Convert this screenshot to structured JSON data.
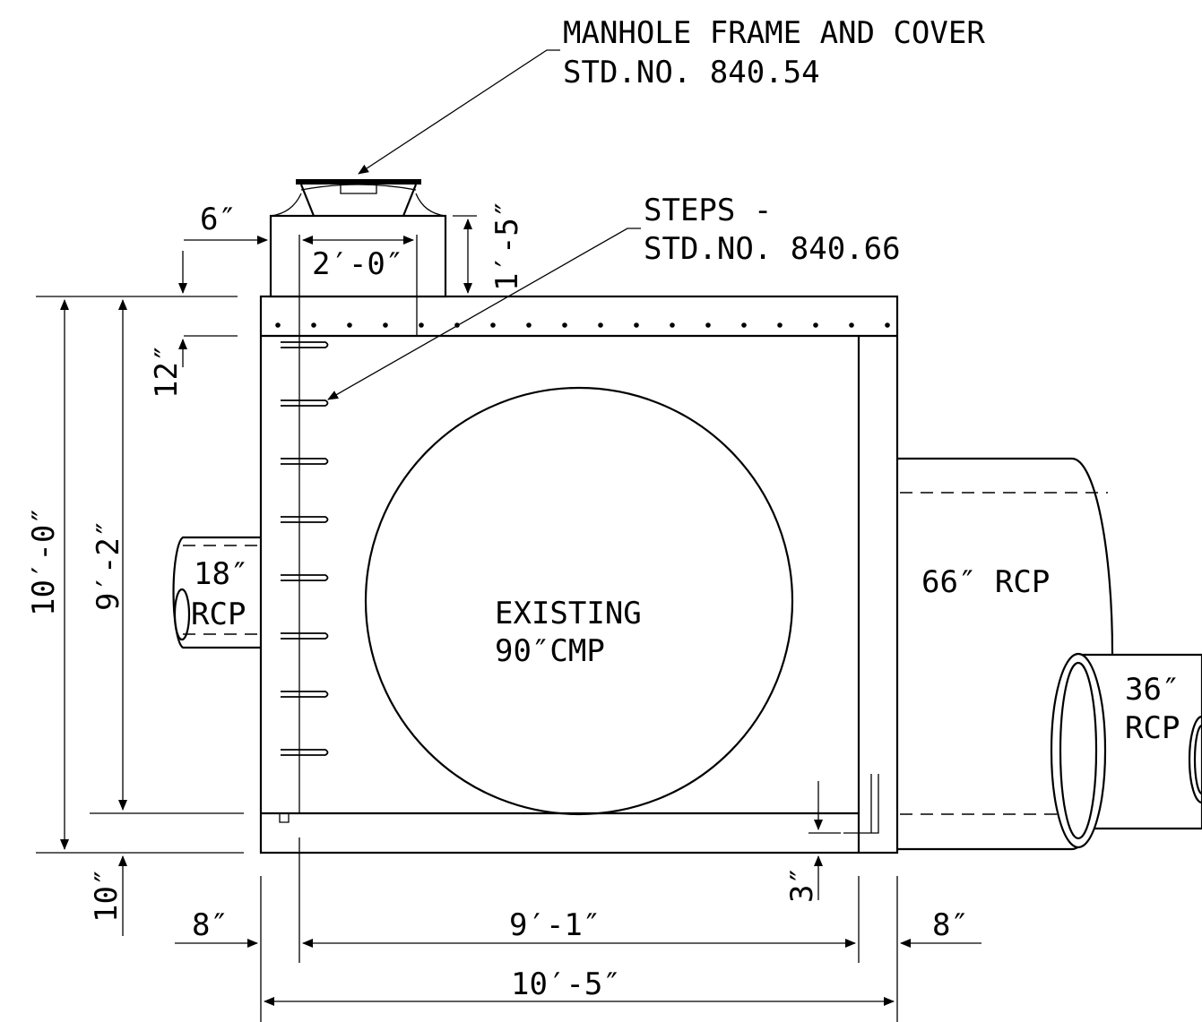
{
  "callouts": {
    "manhole_line1": "MANHOLE FRAME AND COVER",
    "manhole_line2": "STD.NO. 840.54",
    "steps_line1": "STEPS -",
    "steps_line2": "STD.NO. 840.66"
  },
  "labels": {
    "existing_line1": "EXISTING",
    "existing_line2": "90″CMP",
    "pipe18_line1": "18″",
    "pipe18_line2": "RCP",
    "pipe66": "66″ RCP",
    "pipe36_line1": "36″",
    "pipe36_line2": "RCP"
  },
  "dimensions": {
    "riser_offset": "6″",
    "riser_width": "2′-0″",
    "riser_height": "1′-5″",
    "top_slab": "12″",
    "outer_height": "10′-0″",
    "inner_height": "9′-2″",
    "base_slab": "10″",
    "left_wall": "8″",
    "inner_width": "9′-1″",
    "right_wall": "8″",
    "outer_width": "10′-5″",
    "floor_drop": "3″"
  }
}
